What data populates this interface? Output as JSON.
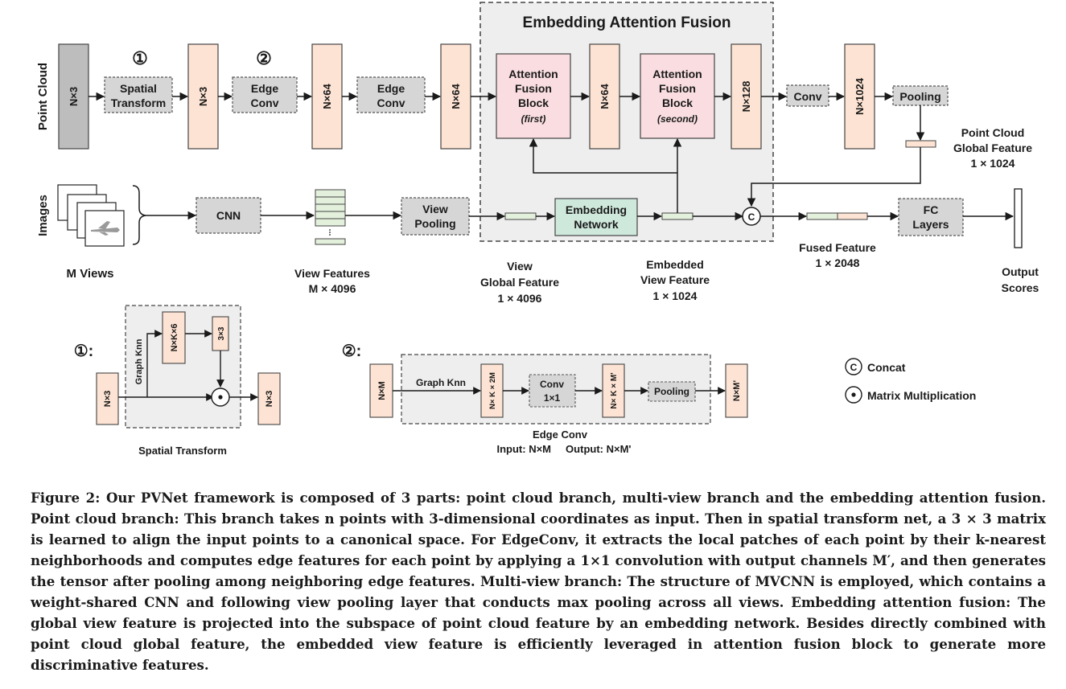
{
  "diagram": {
    "fusion_title": "Embedding Attention Fusion",
    "markers": {
      "one": "①",
      "two": "②",
      "one_colon": "①:",
      "two_colon": "②:"
    },
    "point_cloud": {
      "row_label": "Point Cloud",
      "input_block": "N×3",
      "spatial_transform": [
        "Spatial",
        "Transform"
      ],
      "block_n3": "N×3",
      "edge_conv_1": [
        "Edge",
        "Conv"
      ],
      "block_n64_a": "N×64",
      "edge_conv_2": [
        "Edge",
        "Conv"
      ],
      "block_n64_b": "N×64",
      "afb_first": [
        "Attention",
        "Fusion",
        "Block",
        "(first)"
      ],
      "block_n64_c": "N×64",
      "afb_second": [
        "Attention",
        "Fusion",
        "Block",
        "(second)"
      ],
      "block_n128": "N×128",
      "conv": "Conv",
      "block_n1024": "N×1024",
      "pooling": "Pooling",
      "global_feature": [
        "Point Cloud",
        "Global Feature",
        "1 × 1024"
      ]
    },
    "images": {
      "row_label": "Images",
      "m_views": "M Views",
      "cnn": "CNN",
      "view_features": [
        "View Features",
        "M × 4096"
      ],
      "view_pooling": [
        "View",
        "Pooling"
      ],
      "view_global_feature": [
        "View",
        "Global Feature",
        "1 × 4096"
      ],
      "embedding_network": [
        "Embedding",
        "Network"
      ],
      "embedded_view_feature": [
        "Embedded",
        "View Feature",
        "1 × 1024"
      ],
      "concat_symbol": "C",
      "fused_feature": [
        "Fused Feature",
        "1 × 2048"
      ],
      "fc_layers": [
        "FC",
        "Layers"
      ],
      "output_scores": [
        "Output",
        "Scores"
      ]
    },
    "spatial_transform_detail": {
      "graph_knn": "Graph Knn",
      "input": "N×3",
      "nxk6": "N×K×6",
      "mat3x3": "3×3",
      "output": "N×3",
      "title": "Spatial Transform"
    },
    "edge_conv_detail": {
      "input": "N×M",
      "graph_knn": "Graph Knn",
      "nxkx2m": "N× K × 2M",
      "conv": [
        "Conv",
        "1×1"
      ],
      "nxkxm": "N× K × M'",
      "pooling": "Pooling",
      "output": "N×M'",
      "title": "Edge Conv",
      "io": "Input: N×M     Output: N×M'"
    },
    "legend": {
      "concat_symbol": "C",
      "concat": "Concat",
      "matmul": "Matrix Multiplication"
    }
  },
  "caption": "Figure 2: Our PVNet framework is composed of 3 parts: point cloud branch, multi-view branch and the embedding attention fusion. Point cloud branch: This branch takes n points with 3-dimensional coordinates as input. Then in spatial transform net, a 3 × 3 matrix is learned to align the input points to a canonical space. For EdgeConv, it extracts the local patches of each point by their k-nearest neighborhoods and computes edge features for each point by applying a 1×1 convolution with output channels M′, and then generates the tensor after pooling among neighboring edge features. Multi-view branch: The structure of MVCNN is employed, which contains a weight-shared CNN and following view pooling layer that conducts max pooling across all views. Embedding attention fusion: The global view feature is projected into the subspace of point cloud feature by an embedding network. Besides directly combined with point cloud global feature, the embedded view feature is efficiently leveraged in attention fusion block to generate more discriminative features.",
  "colors": {
    "peach": "#fde3d3",
    "pink": "#f9dde0",
    "dashed_gray": "#d6d6d6",
    "input_gray": "#bdbdbd",
    "fusion_bg": "#eeeeee",
    "embedding_green": "#cfe8dc",
    "feature_green": "#e3f0dc"
  }
}
